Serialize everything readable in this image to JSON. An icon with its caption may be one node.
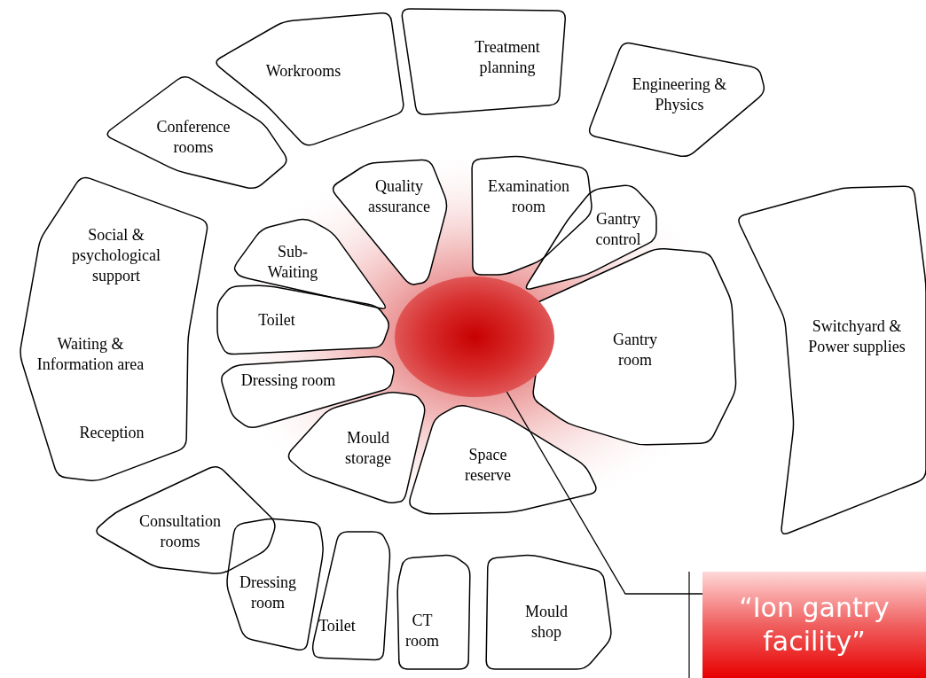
{
  "diagram": {
    "nodes": [
      {
        "text": [
          "Workrooms"
        ]
      },
      {
        "text": [
          "Treatment planning"
        ]
      },
      {
        "text": [
          "Engineering & Physics"
        ]
      },
      {
        "text": [
          "Conference rooms"
        ]
      },
      {
        "text": [
          "Quality assurance"
        ]
      },
      {
        "text": [
          "Examination room"
        ]
      },
      {
        "text": [
          "Gantry control"
        ]
      },
      {
        "text": [
          "Social & psychological support",
          "Waiting & Information area",
          "Reception"
        ]
      },
      {
        "text": [
          "Sub-Waiting"
        ]
      },
      {
        "text": [
          "Switchyard & Power supplies"
        ]
      },
      {
        "text": [
          "Toilet"
        ]
      },
      {
        "text": [
          "Gantry room"
        ]
      },
      {
        "text": [
          "Dressing room"
        ]
      },
      {
        "text": [
          "Mould storage"
        ]
      },
      {
        "text": [
          "Space reserve"
        ]
      },
      {
        "text": [
          "Consultation rooms"
        ]
      },
      {
        "text": [
          "Dressing room"
        ]
      },
      {
        "text": [
          "Toilet"
        ]
      },
      {
        "text": [
          "CT room"
        ]
      },
      {
        "text": [
          "Mould shop"
        ]
      },
      {
        "text": [],
        "shape": "circle"
      },
      {
        "text": [
          "“Ion gantry facility”"
        ]
      }
    ],
    "edges": [
      {
        "from": 21,
        "to": 20,
        "arrow": "none"
      }
    ]
  }
}
